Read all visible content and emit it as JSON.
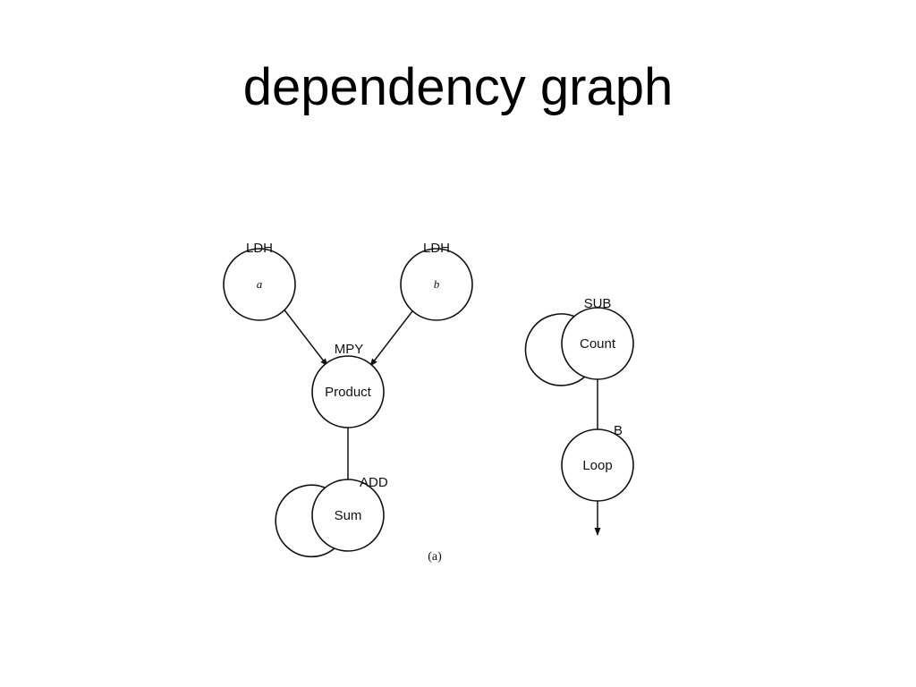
{
  "slide": {
    "title": "dependency graph"
  },
  "graph_a": {
    "nodes": [
      {
        "id": "a",
        "label": "a",
        "op": "LDH"
      },
      {
        "id": "b",
        "label": "b",
        "op": "LDH"
      },
      {
        "id": "product",
        "label": "Product",
        "op": "MPY"
      },
      {
        "id": "sum",
        "label": "Sum",
        "op": "ADD"
      }
    ],
    "edges": [
      {
        "from": "a",
        "to": "product"
      },
      {
        "from": "b",
        "to": "product"
      },
      {
        "from": "product",
        "to": "sum"
      }
    ],
    "self_loops": [
      "sum"
    ],
    "caption": "(a)"
  },
  "graph_b": {
    "nodes": [
      {
        "id": "count",
        "label": "Count",
        "op": "SUB"
      },
      {
        "id": "loop",
        "label": "Loop",
        "op": "B"
      }
    ],
    "edges": [
      {
        "from": "count",
        "to": "loop"
      }
    ],
    "self_loops": [
      "count"
    ],
    "outgoing_from": "loop"
  }
}
